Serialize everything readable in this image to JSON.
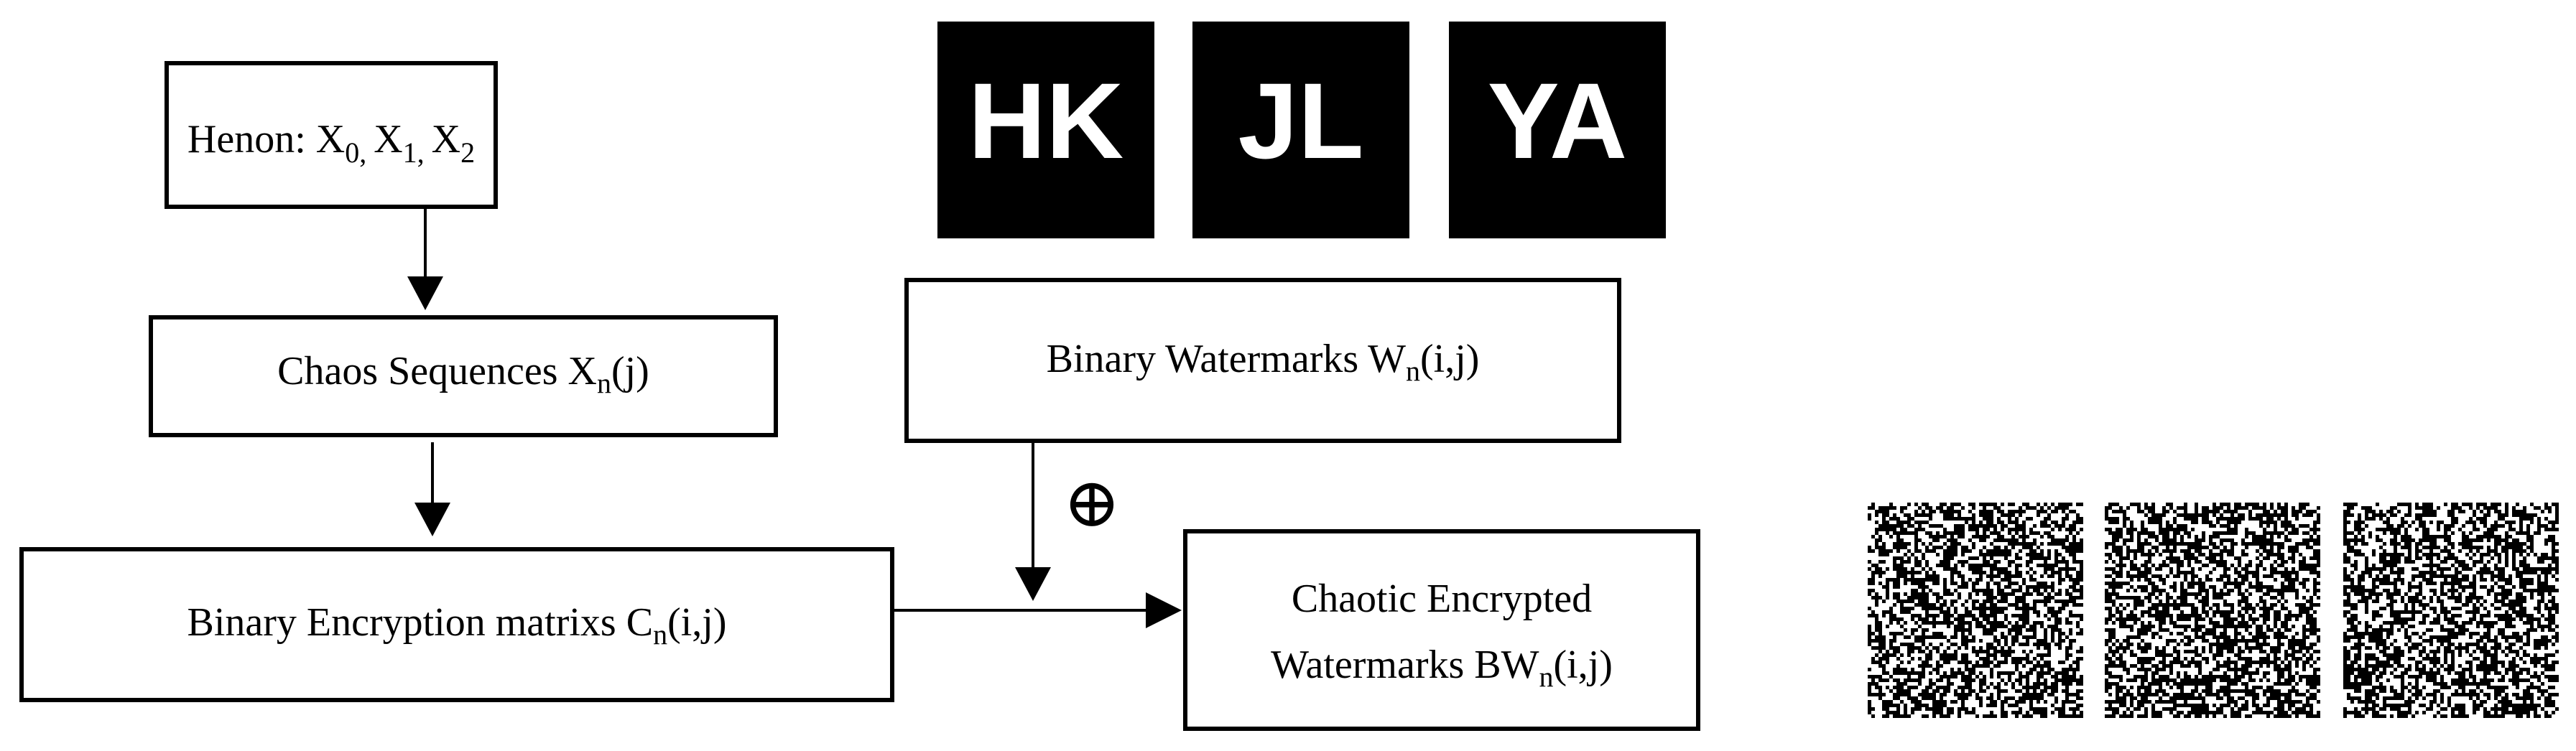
{
  "colors": {
    "stroke": "#000000",
    "background": "#ffffff",
    "watermark_bg": "#000000",
    "watermark_fg": "#ffffff"
  },
  "boxes": {
    "henon": {
      "text": "Henon: X",
      "sub0": "0, ",
      "x1": "X",
      "sub1": "1, ",
      "x2": " X",
      "sub2": "2"
    },
    "chaos": {
      "pre": "Chaos Sequences X",
      "sub": "n",
      "post": "(j)"
    },
    "binary_encryption": {
      "pre": "Binary Encryption matrixs C",
      "sub": "n",
      "post": "(i,j)"
    },
    "binary_watermarks": {
      "pre": "Binary Watermarks W",
      "sub": "n",
      "post": "(i,j)"
    },
    "chaotic_encrypted": {
      "line1": "Chaotic Encrypted",
      "line2_pre": "Watermarks BW",
      "line2_sub": "n",
      "line2_post": "(i,j)"
    }
  },
  "xor_symbol": "⊕",
  "watermarks": [
    "HK",
    "JL",
    "YA"
  ],
  "encrypted_images": {
    "icon": "noise-pattern",
    "count": 3
  }
}
